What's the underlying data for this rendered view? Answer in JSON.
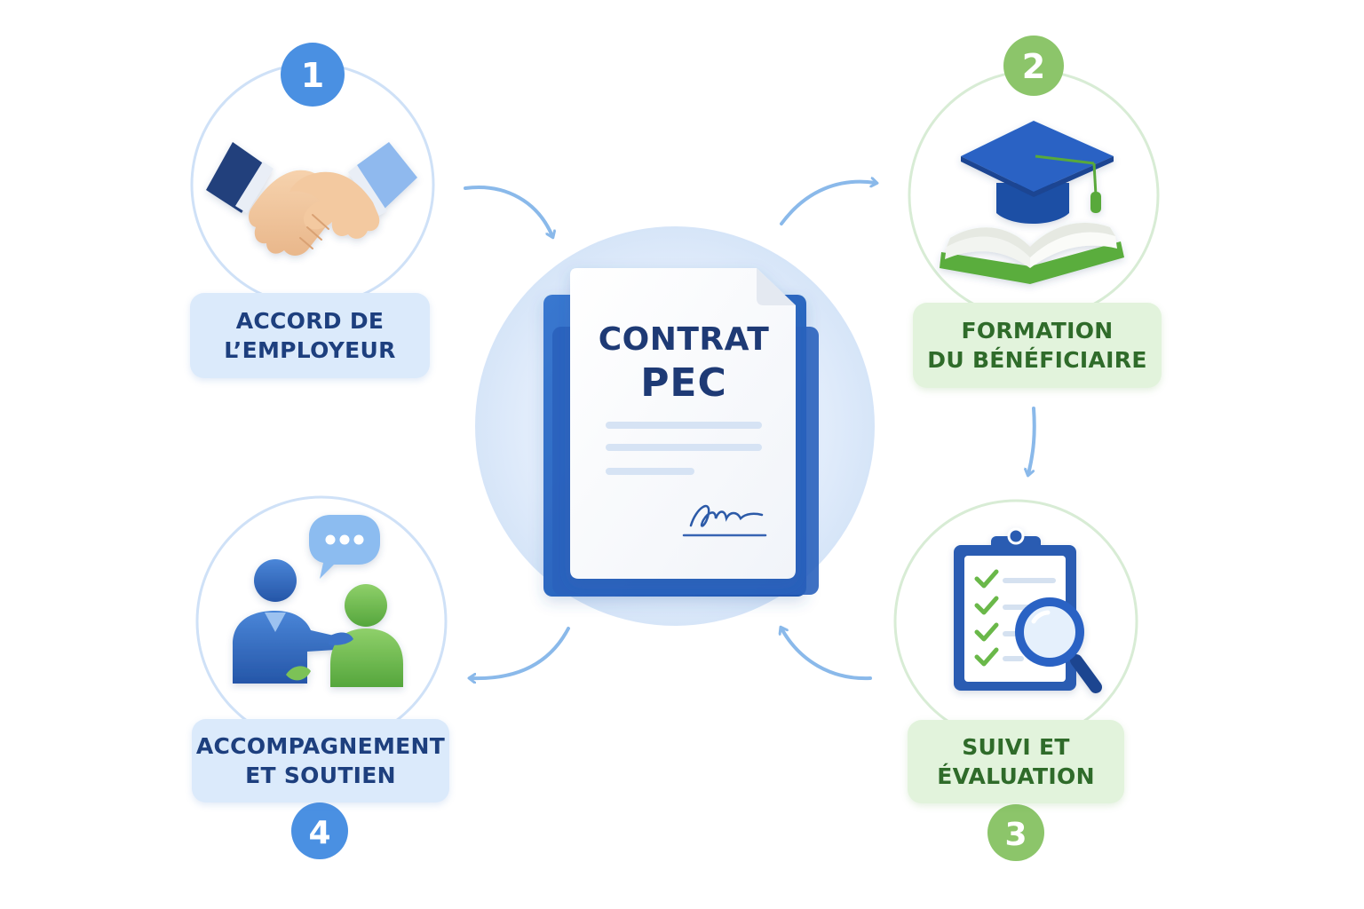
{
  "center": {
    "title_line1": "CONTRAT",
    "title_line2": "PEC"
  },
  "steps": [
    {
      "number": "1",
      "line1": "ACCORD DE",
      "line2": "L’EMPLOYEUR",
      "icon": "handshake-icon",
      "color": "#4a90e2"
    },
    {
      "number": "2",
      "line1": "FORMATION",
      "line2": "DU BÉNÉFICIAIRE",
      "icon": "graduation-cap-book-icon",
      "color": "#8cc56a"
    },
    {
      "number": "3",
      "line1": "SUIVI ET",
      "line2": "ÉVALUATION",
      "icon": "clipboard-magnifier-icon",
      "color": "#8cc56a"
    },
    {
      "number": "4",
      "line1": "ACCOMPAGNEMENT",
      "line2": "ET SOUTIEN",
      "icon": "mentoring-people-icon",
      "color": "#4a90e2"
    }
  ],
  "colors": {
    "blue_accent": "#4a90e2",
    "green_accent": "#8cc56a",
    "navy_text": "#1e3a75",
    "arrow": "#8ab9ea"
  }
}
